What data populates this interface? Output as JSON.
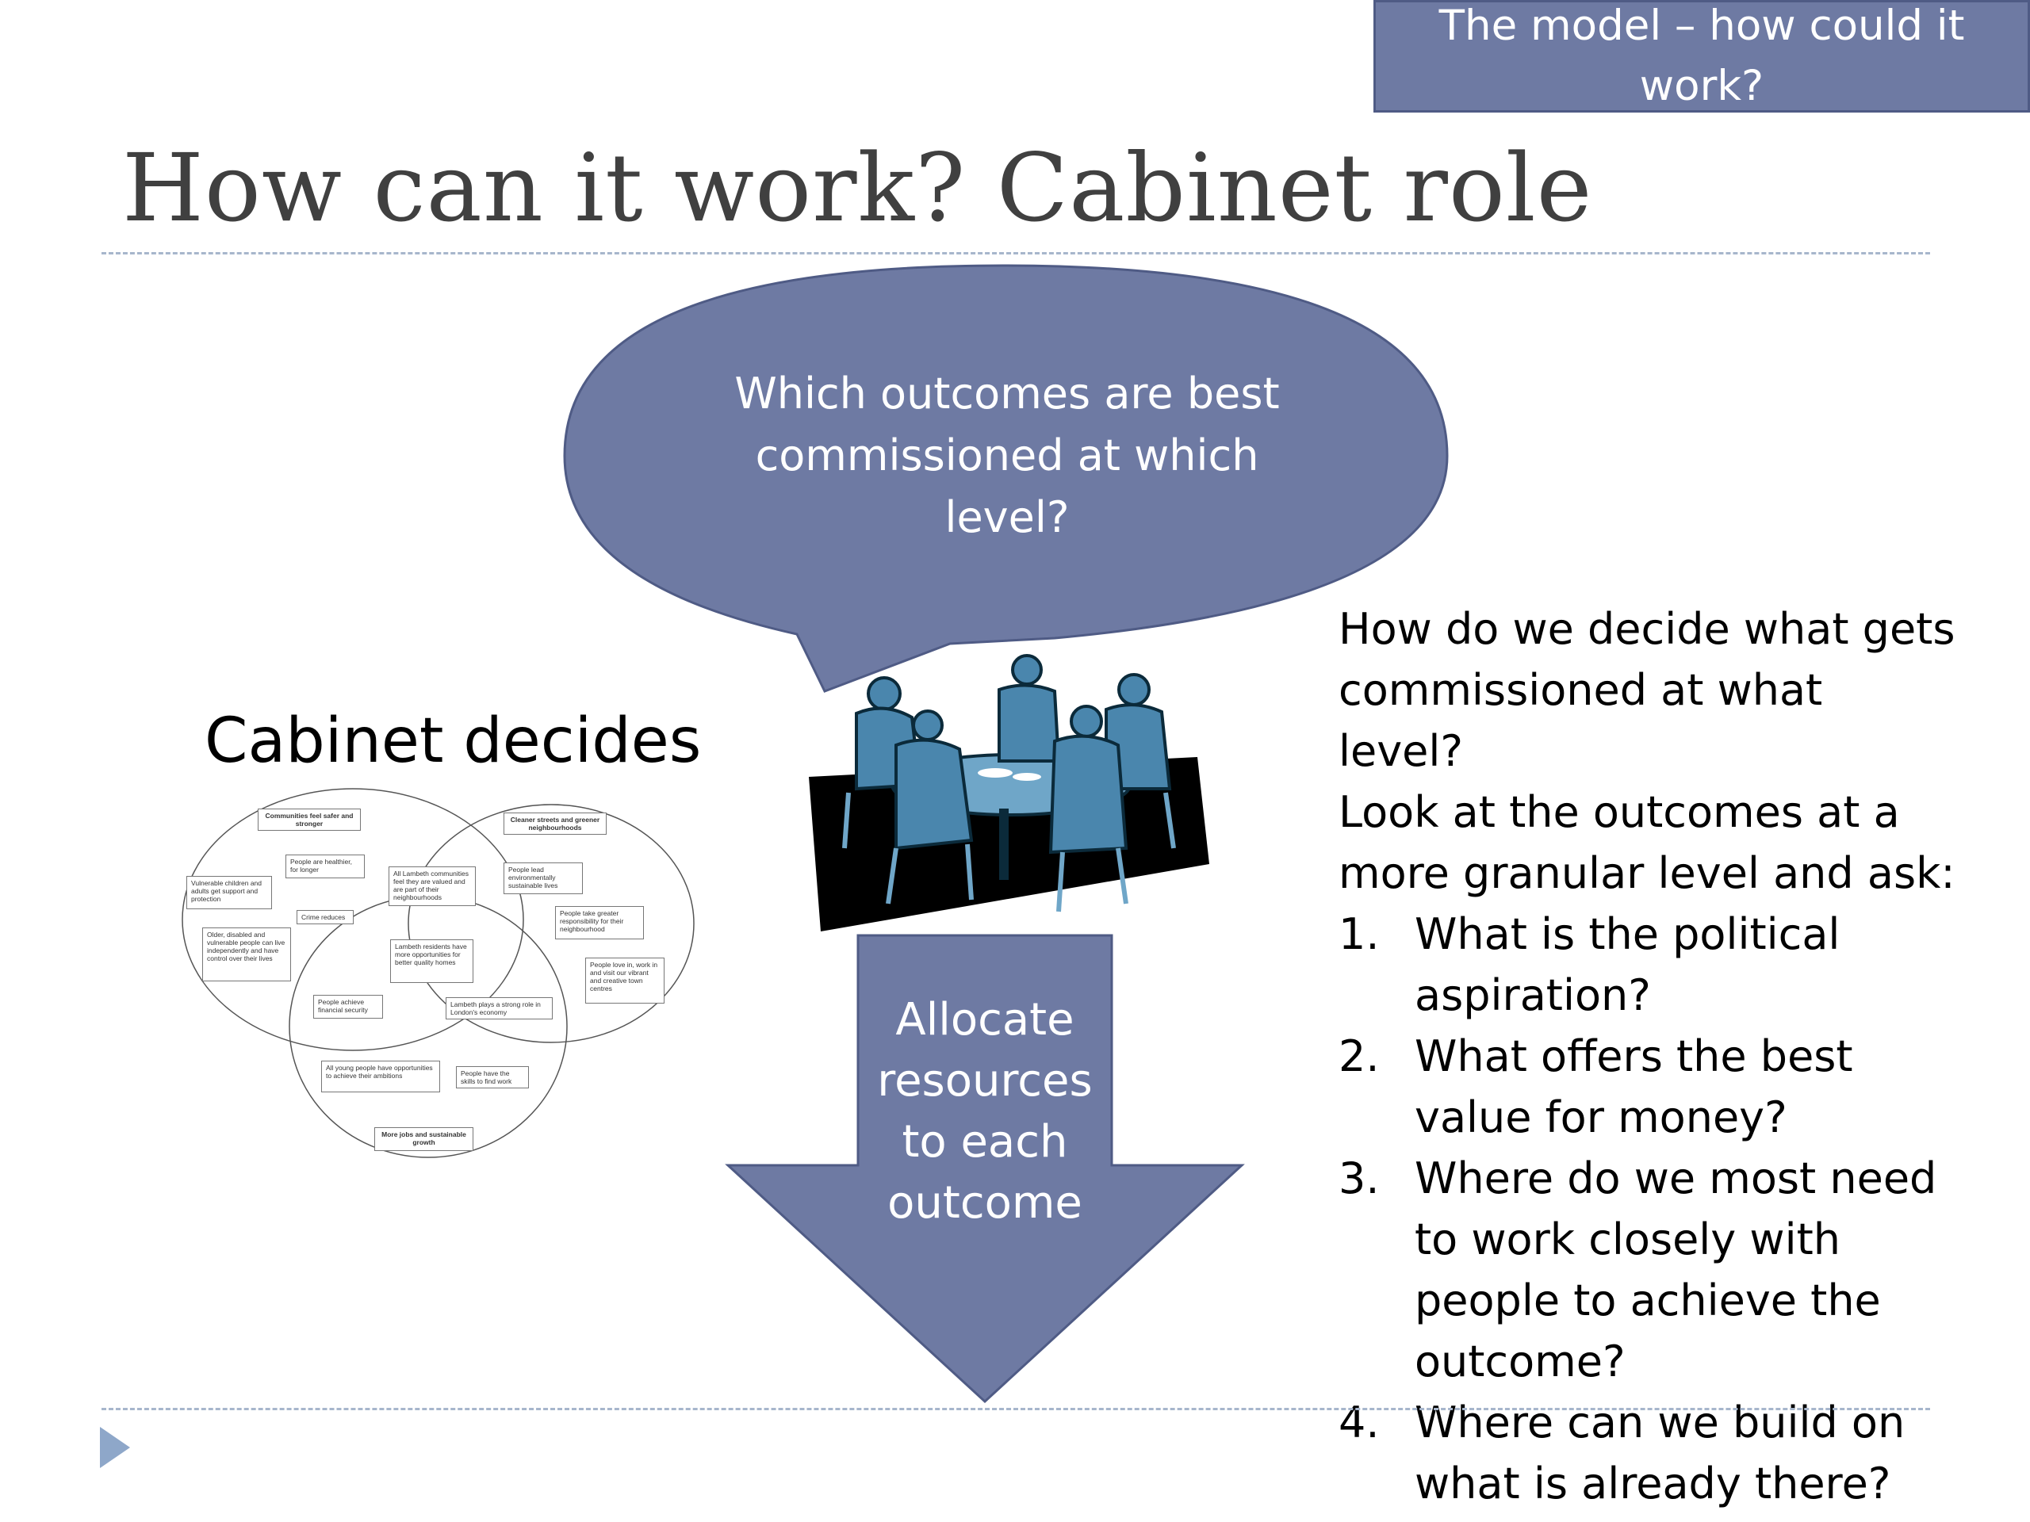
{
  "section_tab": {
    "line1": "The model – how could it",
    "line2": "work?"
  },
  "title": "How can it work? Cabinet role",
  "speech_bubble": {
    "line1": "Which outcomes are best",
    "line2": "commissioned at which",
    "line3": "level?"
  },
  "arrow": {
    "line1": "Allocate",
    "line2": "resources",
    "line3": "to each",
    "line4": "outcome"
  },
  "cabinet_label": "Cabinet decides",
  "venn": {
    "labels": [
      "Communities feel safer and stronger",
      "Cleaner streets and greener neighbourhoods",
      "People are healthier, for longer",
      "Vulnerable children and adults get support and protection",
      "All Lambeth communities feel they are valued and are part of their neighbourhoods",
      "People lead environmentally sustainable lives",
      "Crime reduces",
      "People take greater responsibility for their neighbourhood",
      "Older, disabled and vulnerable people can live independently and have control over their lives",
      "Lambeth residents have more opportunities for better quality homes",
      "People love in, work in and visit our vibrant and creative town centres",
      "People achieve financial security",
      "Lambeth plays a strong role in London's economy",
      "All young people have opportunities to achieve their ambitions",
      "People have the skills to find work",
      "More jobs and sustainable growth"
    ]
  },
  "right_panel": {
    "intro1": "How do we decide what gets commissioned at what level?",
    "intro2": "Look at the outcomes at a more granular level and ask:",
    "questions": [
      {
        "num": "1.",
        "text": "What is the political aspiration?"
      },
      {
        "num": "2.",
        "text": "What offers the best value for money?"
      },
      {
        "num": "3.",
        "text": "Where do we most need to work closely with people to achieve the outcome?"
      },
      {
        "num": "4.",
        "text": "Where can we build on what is already there?"
      }
    ]
  },
  "colors": {
    "accent": "#6e7aa3",
    "title_text": "#404040",
    "rule": "#a7b6cc",
    "nav_triangle": "#8ea7c9"
  }
}
